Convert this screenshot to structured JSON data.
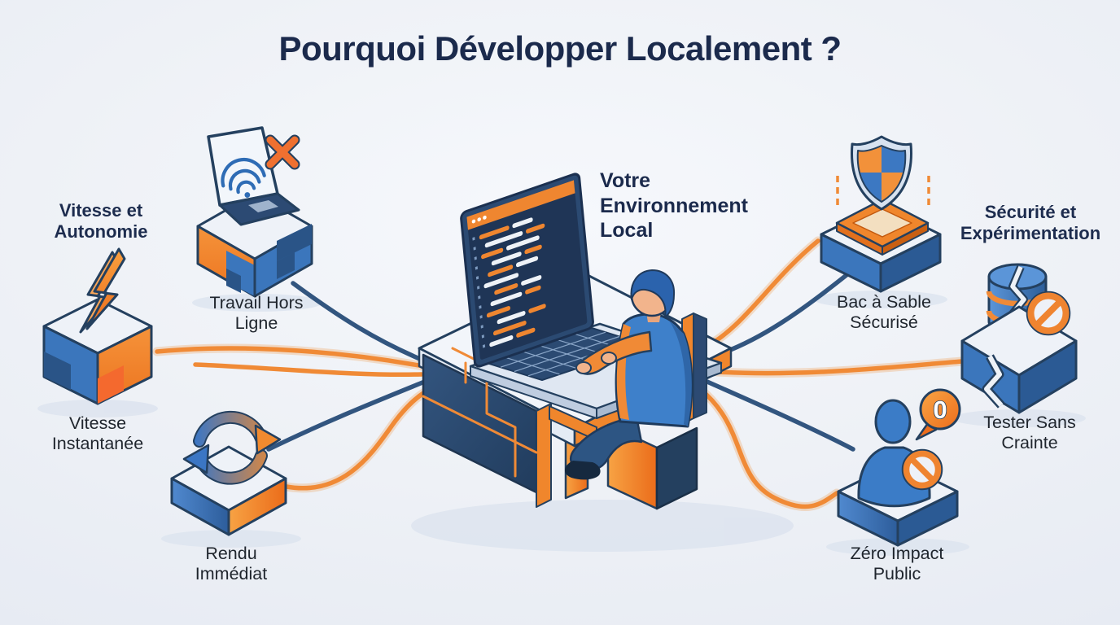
{
  "title": "Pourquoi Développer Localement ?",
  "center": {
    "label": "Votre Environnement Local"
  },
  "left_section": {
    "header": "Vitesse et Autonomie",
    "nodes": [
      {
        "icon": "offline-laptop-icon",
        "label": "Travail Hors Ligne"
      },
      {
        "icon": "lightning-bolt-icon",
        "label": "Vitesse Instantanée"
      },
      {
        "icon": "refresh-arrows-icon",
        "label": "Rendu Immédiat"
      }
    ]
  },
  "right_section": {
    "header": "Sécurité et Expérimentation",
    "nodes": [
      {
        "icon": "shield-sandbox-icon",
        "label": "Bac à Sable Sécurisé"
      },
      {
        "icon": "broken-database-icon",
        "label": "Tester Sans Crainte"
      },
      {
        "icon": "user-blocked-icon",
        "label": "Zéro Impact Public"
      }
    ]
  },
  "badges": {
    "zero_bubble_text": "0"
  },
  "colors": {
    "accent_orange": "#EF8430",
    "primary_blue": "#3B7CC7",
    "navy": "#24405F",
    "title_navy": "#1B2A4C",
    "background": "#EEF1F6"
  }
}
